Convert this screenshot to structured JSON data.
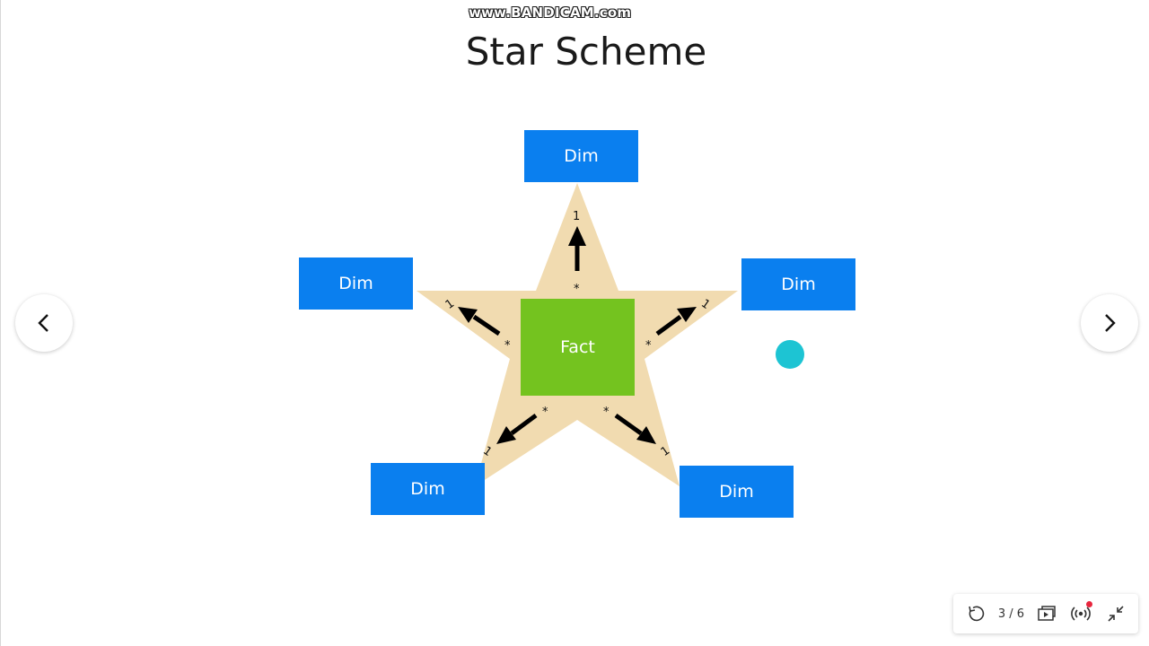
{
  "watermark": "www.BANDICAM.com",
  "slide": {
    "title": "Star Scheme",
    "fact_label": "Fact",
    "dimensions": [
      {
        "label": "Dim"
      },
      {
        "label": "Dim"
      },
      {
        "label": "Dim"
      },
      {
        "label": "Dim"
      },
      {
        "label": "Dim"
      }
    ],
    "cardinality": {
      "one": "1",
      "many": "*"
    },
    "colors": {
      "star": "#f1dbb0",
      "dim": "#0a7fef",
      "fact": "#74c31f",
      "pointer": "#1dc4d3"
    }
  },
  "nav": {
    "prev_icon": "chevron-left-icon",
    "next_icon": "chevron-right-icon"
  },
  "toolbar": {
    "page_indicator": "3 / 6",
    "icons": [
      "rotate-icon",
      "present-icon",
      "broadcast-icon",
      "minimize-icon"
    ]
  }
}
